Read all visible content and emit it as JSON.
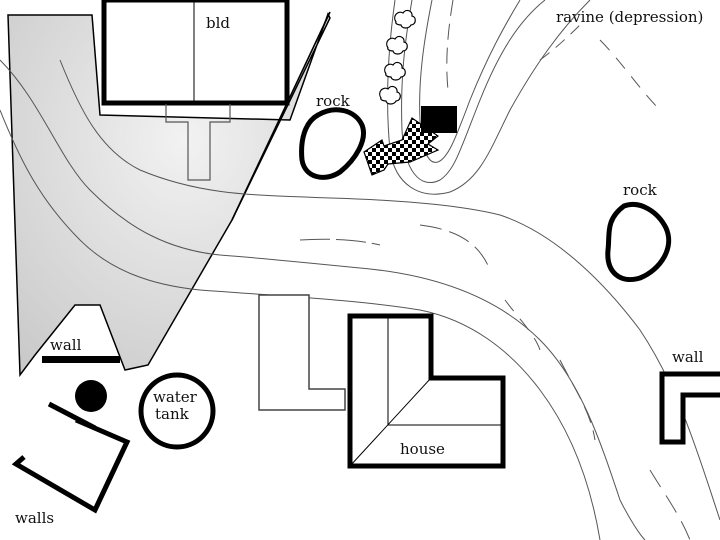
{
  "map": {
    "labels": {
      "bld": "bld",
      "ravine": "ravine (depression)",
      "rock_left": "rock",
      "rock_right": "rock",
      "wall_left": "wall",
      "water_tank_line1": "water",
      "water_tank_line2": "tank",
      "wall_right": "wall",
      "house": "house",
      "walls": "walls"
    },
    "colors": {
      "structure": "#000000",
      "shaded_area": "#d6d6d6",
      "contour": "#555555",
      "background": "#ffffff"
    },
    "icons": {
      "view_arrow": "checkered-arrow-icon",
      "vehicle": "black-rectangle-icon",
      "shrubs": "shrub-icon"
    }
  }
}
